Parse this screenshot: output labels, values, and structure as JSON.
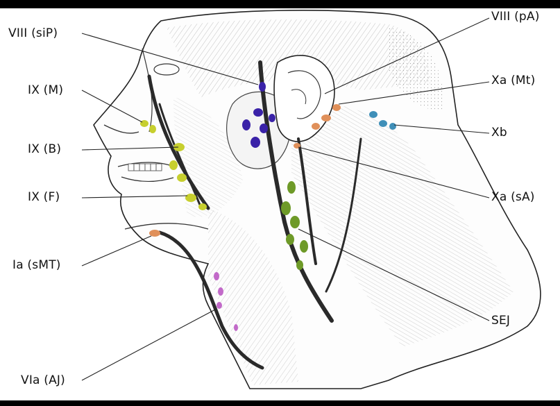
{
  "colors": {
    "parotid_nodes": "#3a22a8",
    "facial_nodes": "#c7cf2e",
    "submental_nodes": "#e0905a",
    "spinal_accessory_nodes": "#e0905a",
    "transverse_cervical_nodes": "#3f8fb8",
    "deep_cervical_nodes": "#6e9a28",
    "anterior_jugular_nodes": "#c26ac9",
    "vessels": "#2a2a2a"
  },
  "labels": {
    "viii_sip": "VIII (siP)",
    "viii_pa": "VIII (pA)",
    "ix_m": "IX (M)",
    "xa_mt": "Xa (Mt)",
    "ix_b": "IX (B)",
    "xb": "Xb",
    "ix_f": "IX (F)",
    "xa_sa": "Xa (sA)",
    "ia_smt": "Ia (sMT)",
    "sej": "SEJ",
    "via_aj": "VIa (AJ)"
  }
}
